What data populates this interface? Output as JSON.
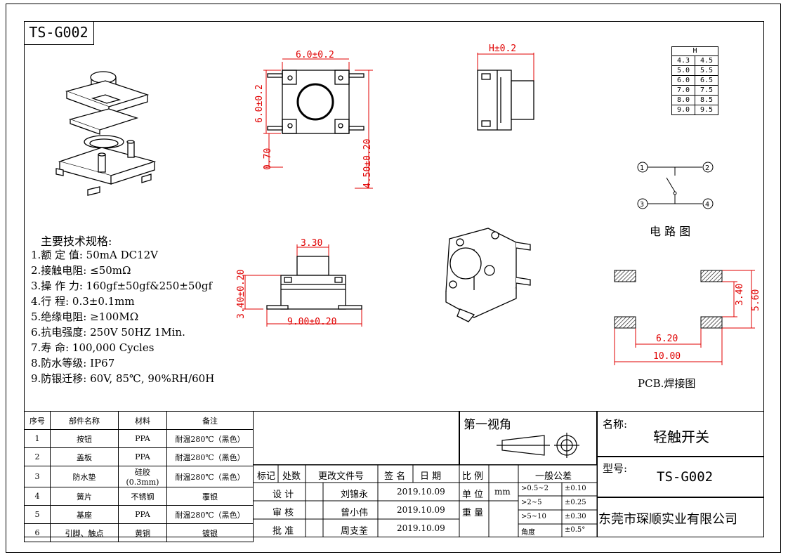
{
  "part_number": "TS-G002",
  "dims": {
    "top_w": "6.0±0.2",
    "top_h": "6.0±0.2",
    "pin_gap": "0.70",
    "pin_len": "4.50±0.20",
    "side_h": "H±0.2",
    "front_cap": "3.30",
    "front_h": "3.40±0.20",
    "front_w": "9.00±0.20",
    "pcb_v1": "3.40",
    "pcb_v2": "5.60",
    "pcb_h1": "6.20",
    "pcb_h2": "10.00"
  },
  "h_table": {
    "header": "H",
    "rows": [
      [
        "4.3",
        "4.5"
      ],
      [
        "5.0",
        "5.5"
      ],
      [
        "6.0",
        "6.5"
      ],
      [
        "7.0",
        "7.5"
      ],
      [
        "8.0",
        "8.5"
      ],
      [
        "9.0",
        "9.5"
      ]
    ]
  },
  "circuit": {
    "label": "电 路 图",
    "pins": [
      "1",
      "2",
      "3",
      "4"
    ]
  },
  "pcb_label": "PCB.焊接图",
  "specs": {
    "title": "主要技术规格:",
    "items": [
      "1.额 定 值: 50mA DC12V",
      "2.接触电阻: ≤50mΩ",
      "3.操 作 力: 160gf±50gf&250±50gf",
      "4.行      程: 0.3±0.1mm",
      "5.绝缘电阻: ≥100MΩ",
      "6.抗电强度: 250V 50HZ 1Min.",
      "7.寿      命: 100,000 Cycles",
      "8.防水等级: IP67",
      "9.防银迁移: 60V, 85℃, 90%RH/60H"
    ]
  },
  "bom": {
    "headers": [
      "序号",
      "部件名称",
      "材料",
      "备注"
    ],
    "rows": [
      [
        "1",
        "按钮",
        "PPA",
        "耐温280℃（黑色）"
      ],
      [
        "2",
        "盖板",
        "PPA",
        "耐温280℃（黑色）"
      ],
      [
        "3",
        "防水垫",
        "硅胶(0.3mm)",
        "耐温280℃（黑色）"
      ],
      [
        "4",
        "簧片",
        "不锈钢",
        "覆银"
      ],
      [
        "5",
        "基座",
        "PPA",
        "耐温280℃（黑色）"
      ],
      [
        "6",
        "引脚、触点",
        "黄铜",
        "镀银"
      ]
    ]
  },
  "title_block": {
    "rev_headers": [
      "标记",
      "处数",
      "更改文件号",
      "签 名",
      "日 期"
    ],
    "design_label": "设    计",
    "design_name": "刘锦永",
    "design_date": "2019.10.09",
    "review_label": "审    核",
    "review_name": "曾小伟",
    "review_date": "2019.10.09",
    "approve_label": "批    准",
    "approve_name": "周支荃",
    "approve_date": "2019.10.09",
    "projection": "第一视角",
    "scale_label": "比  例",
    "unit_label": "单  位",
    "unit_value": "mm",
    "weight_label": "重  量",
    "tolerance_title": "一般公差",
    "tolerances": [
      [
        ">0.5~2",
        "±0.10"
      ],
      [
        ">2~5",
        "±0.25"
      ],
      [
        ">5~10",
        "±0.30"
      ],
      [
        "角度",
        "±0.5°"
      ]
    ],
    "name_label": "名称:",
    "name_value": "轻触开关",
    "model_label": "型号:",
    "model_value": "TS-G002",
    "company": "东莞市琛顺实业有限公司"
  }
}
